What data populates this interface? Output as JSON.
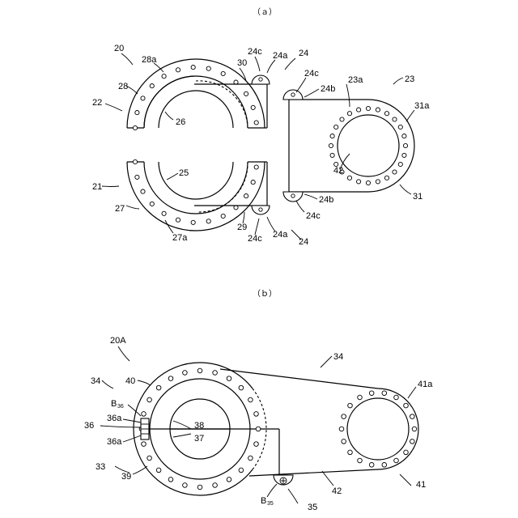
{
  "panels": {
    "a": "（ａ）",
    "b": "（ｂ）"
  },
  "labels_a": {
    "n20": "20",
    "n22": "22",
    "n21": "21",
    "n28a": "28a",
    "n28": "28",
    "n26": "26",
    "n30": "30",
    "n24c_top": "24c",
    "n24a_top": "24a",
    "n24_top": "24",
    "n25": "25",
    "n27": "27",
    "n27a": "27a",
    "n29": "29",
    "n24c_bot": "24c",
    "n24a_bot": "24a",
    "n24_bot": "24",
    "n24c_rt": "24c",
    "n24b_rt": "24b",
    "n23a": "23a",
    "n23": "23",
    "n31a": "31a",
    "n42": "42",
    "n24b_rb": "24b",
    "n24c_rb": "24c",
    "n31": "31"
  },
  "labels_b": {
    "n20A": "20A",
    "n34_top": "34",
    "n34_left": "34",
    "n40": "40",
    "n41a": "41a",
    "b36_main": "B",
    "b36_sub": "36",
    "n36a_top": "36a",
    "n36": "36",
    "n36a_bot": "36a",
    "n38": "38",
    "n37": "37",
    "n33": "33",
    "n39": "39",
    "n42": "42",
    "n41": "41",
    "b35_main": "B",
    "b35_sub": "35",
    "n35": "35"
  }
}
